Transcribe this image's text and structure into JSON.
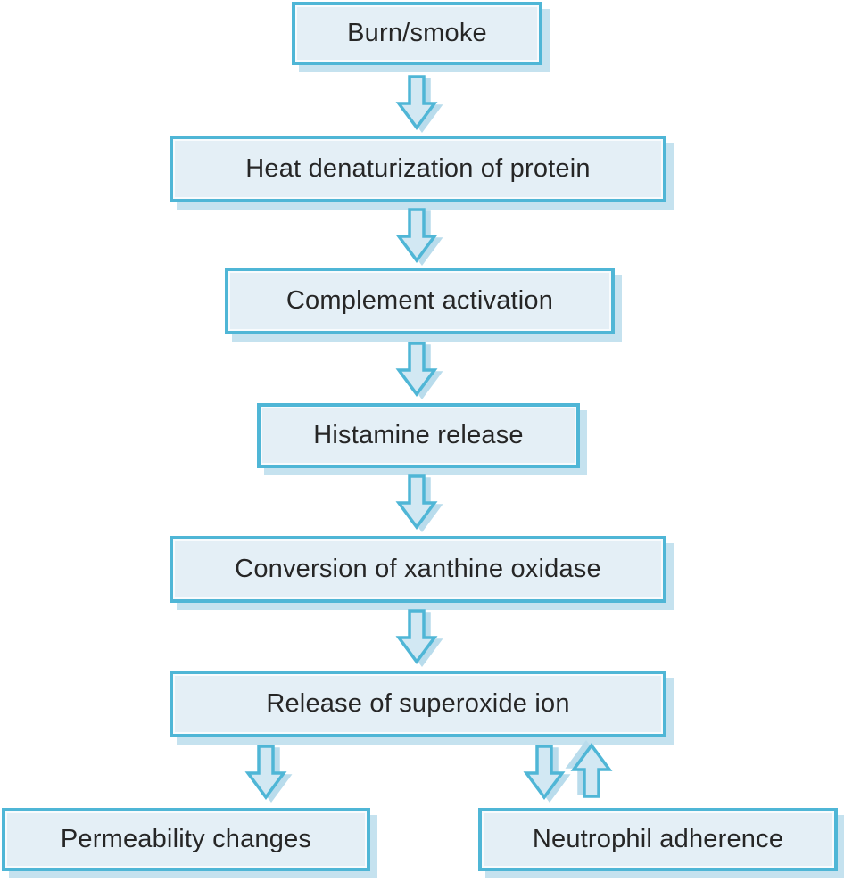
{
  "diagram": {
    "type": "flowchart",
    "description": "Cascade from burn/smoke injury to permeability changes and neutrophil adherence",
    "nodes": {
      "burn_smoke": {
        "label": "Burn/smoke"
      },
      "heat": {
        "label": "Heat denaturization of protein"
      },
      "complement": {
        "label": "Complement activation"
      },
      "histamine": {
        "label": "Histamine release"
      },
      "xanthine": {
        "label": "Conversion of xanthine oxidase"
      },
      "superoxide": {
        "label": "Release of superoxide ion"
      },
      "permeability": {
        "label": "Permeability changes"
      },
      "neutrophil": {
        "label": "Neutrophil adherence"
      }
    },
    "edges": [
      {
        "from": "burn_smoke",
        "to": "heat",
        "direction": "down"
      },
      {
        "from": "heat",
        "to": "complement",
        "direction": "down"
      },
      {
        "from": "complement",
        "to": "histamine",
        "direction": "down"
      },
      {
        "from": "histamine",
        "to": "xanthine",
        "direction": "down"
      },
      {
        "from": "xanthine",
        "to": "superoxide",
        "direction": "down"
      },
      {
        "from": "superoxide",
        "to": "permeability",
        "direction": "down"
      },
      {
        "from": "superoxide",
        "to": "neutrophil",
        "direction": "down"
      },
      {
        "from": "neutrophil",
        "to": "superoxide",
        "direction": "up"
      }
    ]
  },
  "colors": {
    "box_fill": "#e4eff6",
    "box_border": "#4fb6d6",
    "box_shadow": "#c5e2ef",
    "arrow_fill": "#d2e8f3",
    "arrow_border": "#4fb6d6",
    "arrow_shadow": "#b9dcec",
    "text": "#262626",
    "background": "#ffffff"
  }
}
